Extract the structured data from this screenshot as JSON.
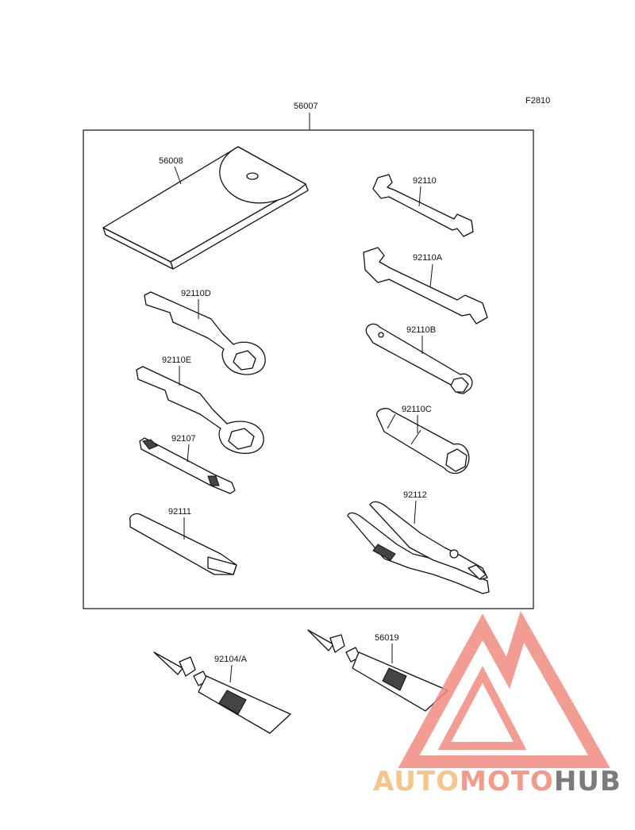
{
  "figure_code": "F2810",
  "kit_number": "56007",
  "parts": [
    {
      "id": "56008"
    },
    {
      "id": "92110"
    },
    {
      "id": "92110A"
    },
    {
      "id": "92110D"
    },
    {
      "id": "92110B"
    },
    {
      "id": "92110E"
    },
    {
      "id": "92110C"
    },
    {
      "id": "92107"
    },
    {
      "id": "92112"
    },
    {
      "id": "92111"
    },
    {
      "id": "92104/A"
    },
    {
      "id": "56019"
    }
  ],
  "watermark": {
    "brand_a": "AUTO",
    "brand_b": "MOTO",
    "brand_c": "HUB",
    "colors": {
      "auto": "#f6c58a",
      "moto": "#f39b8b",
      "hub": "#7b7b7b",
      "logo": "#f28b82"
    }
  }
}
